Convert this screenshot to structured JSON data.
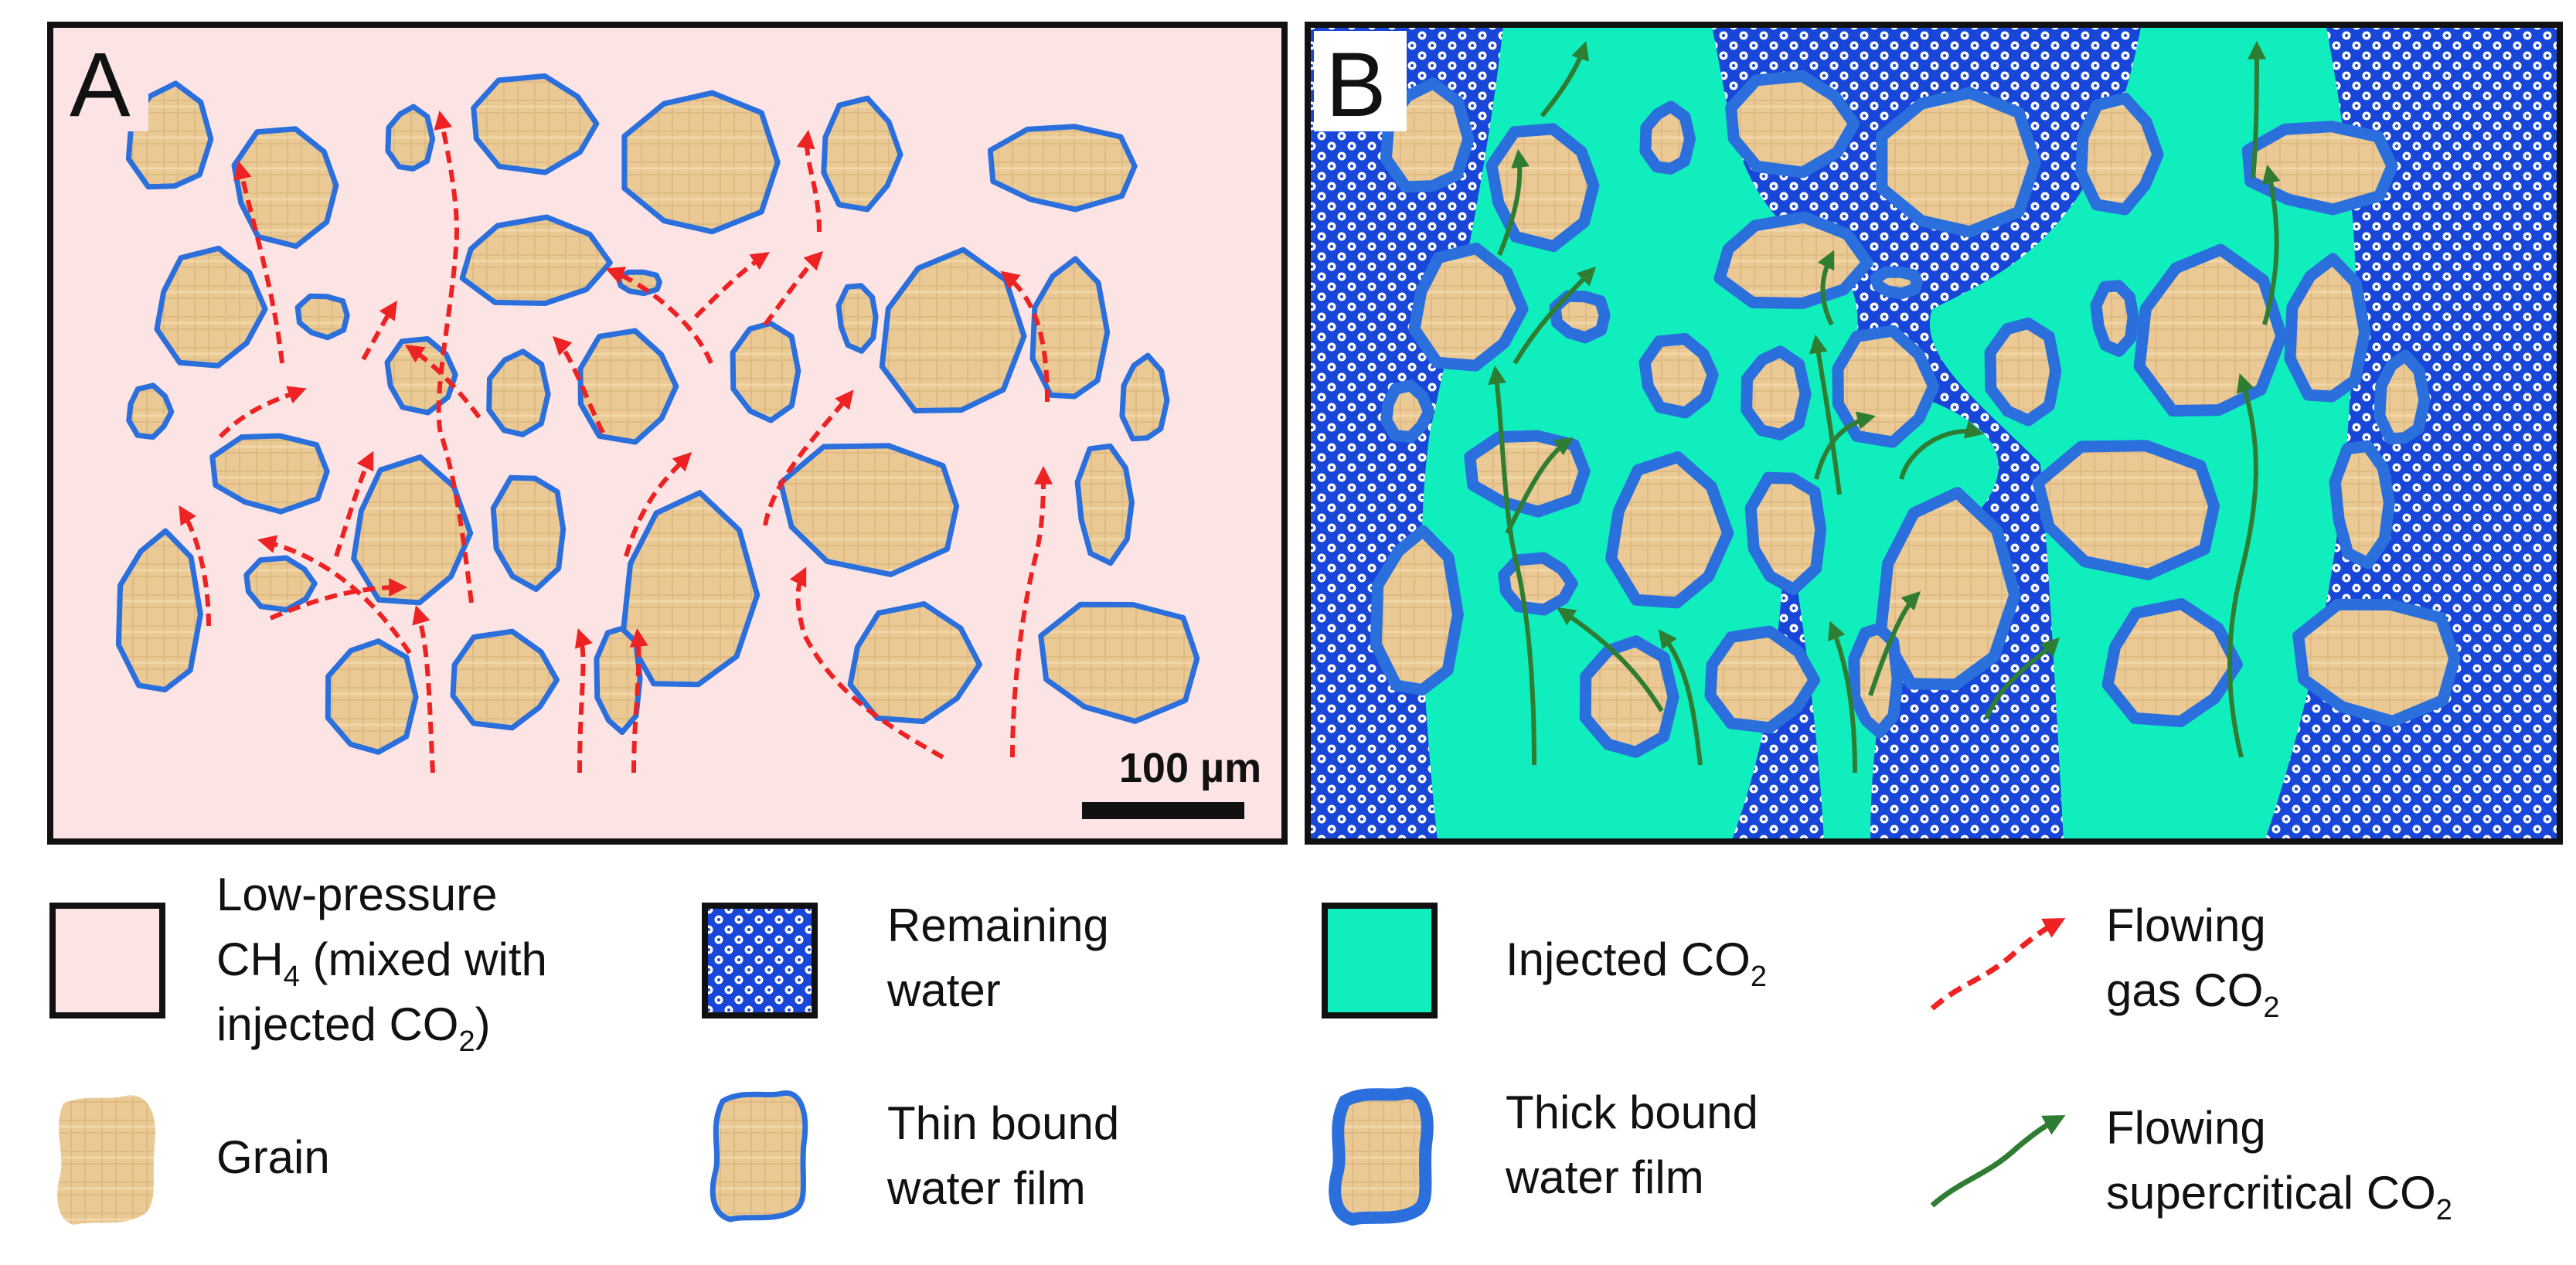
{
  "panels": {
    "a": {
      "label": "A",
      "background": "#fce4e4"
    },
    "b": {
      "label": "B"
    }
  },
  "scale_bar": {
    "text": "100 µm"
  },
  "colors": {
    "grain": "#ebc994",
    "grain_stroke": "#2a6fdc",
    "pink": "#fce4e4",
    "water": "#1846d8",
    "co2": "#10eebe",
    "gas_arrow": "#ee2222",
    "sc_arrow": "#2e7d32"
  },
  "legend": {
    "low_pressure": {
      "line1": "Low-pressure",
      "line2_pre": "CH",
      "line2_sub": "4",
      "line2_post": " (mixed with",
      "line3_pre": "injected CO",
      "line3_sub": "2",
      "line3_post": ")"
    },
    "remaining_water": {
      "line1": "Remaining",
      "line2": "water"
    },
    "injected_co2": {
      "pre": "Injected CO",
      "sub": "2"
    },
    "gas_co2": {
      "line1": "Flowing",
      "line2_pre": "gas CO",
      "line2_sub": "2"
    },
    "grain": {
      "text": "Grain"
    },
    "thin_film": {
      "line1": "Thin bound",
      "line2": "water film"
    },
    "thick_film": {
      "line1": "Thick bound",
      "line2": "water film"
    },
    "supercritical": {
      "line1": "Flowing",
      "line2_pre": "supercritical CO",
      "line2_sub": "2"
    }
  }
}
